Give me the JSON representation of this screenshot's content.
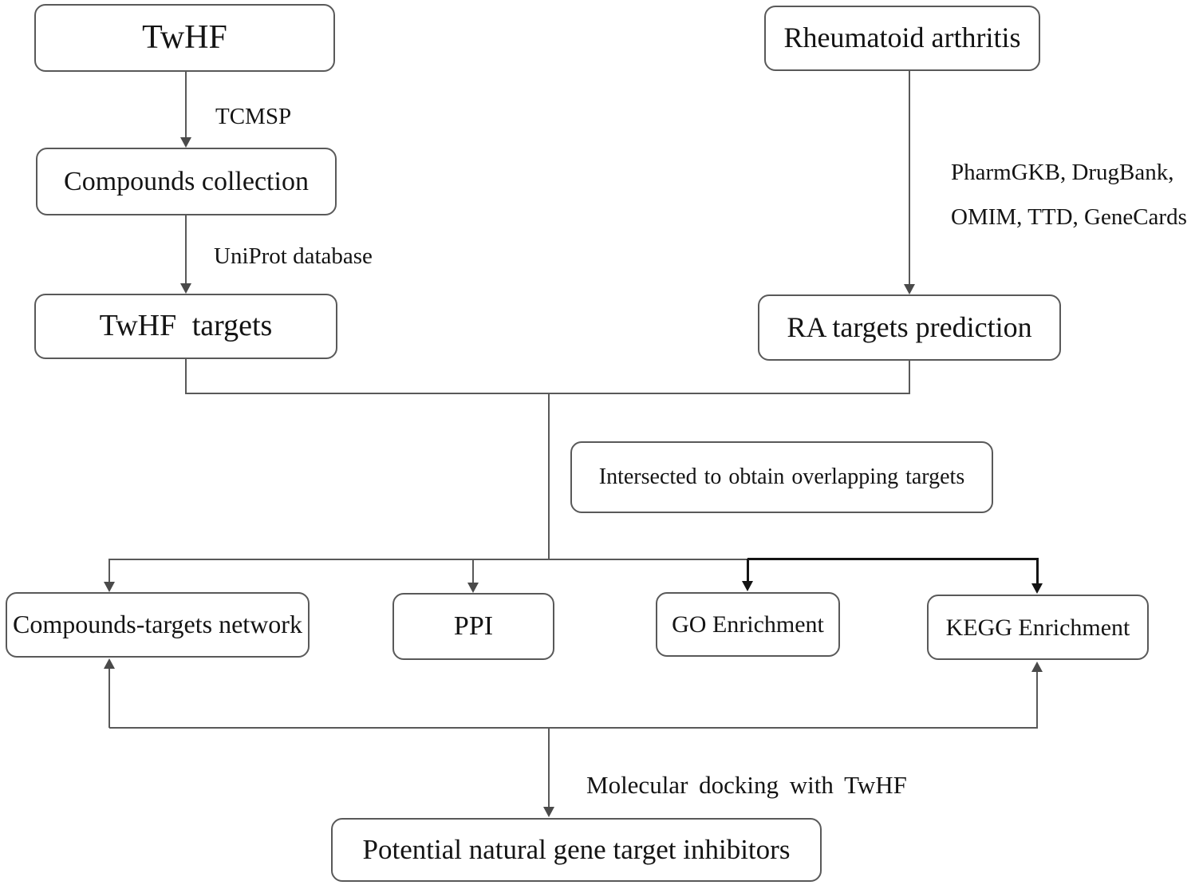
{
  "diagram": {
    "title": "TwHF rheumatoid arthritis network pharmacology workflow",
    "nodes": {
      "twhf": {
        "label": "TwHF"
      },
      "compounds_collection": {
        "label": "Compounds collection"
      },
      "twhf_targets": {
        "label": "TwHF  targets"
      },
      "rheumatoid_arthritis": {
        "label": "Rheumatoid arthritis"
      },
      "ra_targets_prediction": {
        "label": "RA targets prediction"
      },
      "intersected": {
        "label": "Intersected to obtain overlapping  targets"
      },
      "compounds_targets_network": {
        "label": "Compounds-targets network"
      },
      "ppi": {
        "label": "PPI"
      },
      "go_enrichment": {
        "label": "GO Enrichment"
      },
      "kegg_enrichment": {
        "label": "KEGG Enrichment"
      },
      "potential_inhibitors": {
        "label": "Potential natural gene target inhibitors"
      }
    },
    "edge_labels": {
      "tcmsp": "TCMSP",
      "uniprot": "UniProt database",
      "ra_databases_line1": "PharmGKB, DrugBank,",
      "ra_databases_line2": "OMIM, TTD, GeneCards",
      "molecular_docking": "Molecular docking with TwHF"
    },
    "colors": {
      "background": "#ffffff",
      "box_border": "#595959",
      "line_gray": "#595959",
      "line_black": "#141414",
      "text": "#141414"
    }
  }
}
